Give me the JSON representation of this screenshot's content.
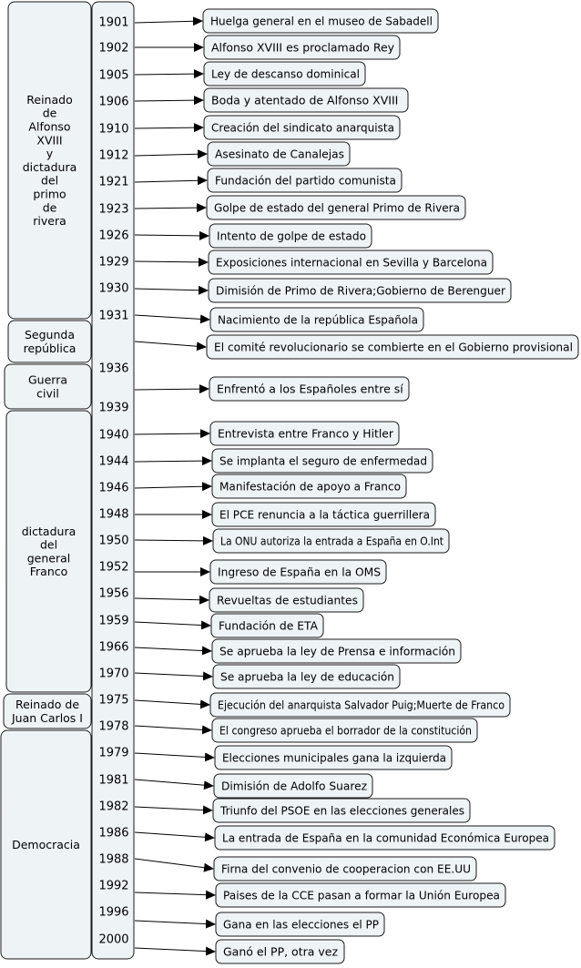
{
  "colors": {
    "box_fill": "#eef3f6",
    "box_stroke": "#1a1a1a",
    "text": "#000000"
  },
  "periods": [
    {
      "lines": [
        "Reinado",
        "de",
        "Alfonso",
        "XVIII",
        "y",
        "dictadura",
        "del",
        "primo",
        "de",
        "rivera"
      ]
    },
    {
      "lines": [
        "Segunda",
        "república"
      ]
    },
    {
      "lines": [
        "Guerra",
        "civil"
      ]
    },
    {
      "lines": [
        "dictadura",
        "del",
        "general",
        "Franco"
      ]
    },
    {
      "lines": [
        "Reinado de",
        "Juan Carlos I"
      ]
    },
    {
      "lines": [
        "Democracia"
      ]
    }
  ],
  "years": [
    "1901",
    "1902",
    "1905",
    "1906",
    "1910",
    "1912",
    "1921",
    "1923",
    "1926",
    "1929",
    "1930",
    "1931",
    "1936",
    "1939",
    "1940",
    "1944",
    "1946",
    "1948",
    "1950",
    "1952",
    "1956",
    "1959",
    "1966",
    "1970",
    "1975",
    "1978",
    "1979",
    "1981",
    "1982",
    "1986",
    "1988",
    "1992",
    "1996",
    "2000"
  ],
  "events": [
    {
      "year": "1901",
      "label": "Huelga general en el museo de Sabadell"
    },
    {
      "year": "1902",
      "label": "Alfonso XVIII es proclamado Rey"
    },
    {
      "year": "1905",
      "label": "Ley de descanso dominical"
    },
    {
      "year": "1906",
      "label": "Boda y atentado de Alfonso XVIII"
    },
    {
      "year": "1910",
      "label": "Creación del sindicato anarquista"
    },
    {
      "year": "1912",
      "label": "Asesinato de Canalejas"
    },
    {
      "year": "1921",
      "label": "Fundación del partido comunista"
    },
    {
      "year": "1923",
      "label": "Golpe de estado del general Primo de Rivera"
    },
    {
      "year": "1926",
      "label": "Intento de golpe de estado"
    },
    {
      "year": "1929",
      "label": "Exposiciones internacional en Sevilla y Barcelona"
    },
    {
      "year": "1930",
      "label": "Dimisión de Primo de Rivera;Gobierno de Berenguer"
    },
    {
      "year": "1931",
      "label": "Nacimiento de la república Española"
    },
    {
      "year": "1931",
      "label": "El comité revolucionario se combierte en el Gobierno provisional"
    },
    {
      "year": "1936",
      "label": "Enfrentó a los Españoles entre sí"
    },
    {
      "year": "1940",
      "label": "Entrevista entre Franco y Hitler"
    },
    {
      "year": "1944",
      "label": "Se implanta el seguro de enfermedad"
    },
    {
      "year": "1946",
      "label": "Manifestación de apoyo a Franco"
    },
    {
      "year": "1948",
      "label": "El PCE renuncia a la táctica guerrillera"
    },
    {
      "year": "1950",
      "label": "La ONU autoriza la entrada a España en O.Int"
    },
    {
      "year": "1952",
      "label": "Ingreso de España en la OMS"
    },
    {
      "year": "1956",
      "label": "Revueltas de estudiantes"
    },
    {
      "year": "1959",
      "label": "Fundación de ETA"
    },
    {
      "year": "1966",
      "label": "Se aprueba la ley de Prensa e información"
    },
    {
      "year": "1970",
      "label": "Se aprueba la ley de educación"
    },
    {
      "year": "1975",
      "label": "Ejecución del anarquista Salvador Puig;Muerte de Franco"
    },
    {
      "year": "1978",
      "label": "El congreso aprueba el borrador de la constitución"
    },
    {
      "year": "1979",
      "label": "Elecciones municipales gana la izquierda"
    },
    {
      "year": "1981",
      "label": "Dimisión de Adolfo Suarez"
    },
    {
      "year": "1982",
      "label": "Triunfo del PSOE en las elecciones generales"
    },
    {
      "year": "1986",
      "label": "La entrada de España en la comunidad Económica Europea"
    },
    {
      "year": "1988",
      "label": "Firna del convenio de cooperacion con EE.UU"
    },
    {
      "year": "1992",
      "label": "Paises de la CCE pasan a formar la Unión Europea"
    },
    {
      "year": "1996",
      "label": "Gana en las elecciones el PP"
    },
    {
      "year": "2000",
      "label": "Ganó el PP, otra vez"
    }
  ]
}
